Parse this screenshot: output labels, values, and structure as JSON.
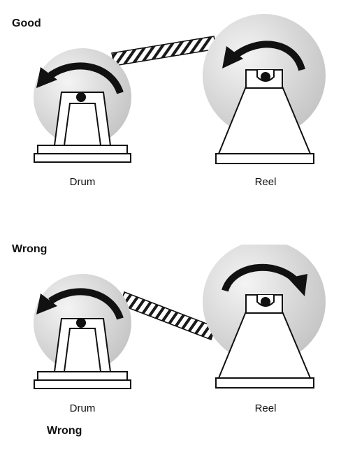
{
  "good": {
    "heading": "Good",
    "drum_label": "Drum",
    "reel_label": "Reel"
  },
  "wrong": {
    "heading": "Wrong",
    "drum_label": "Drum",
    "reel_label": "Reel"
  },
  "caption": "Wrong"
}
